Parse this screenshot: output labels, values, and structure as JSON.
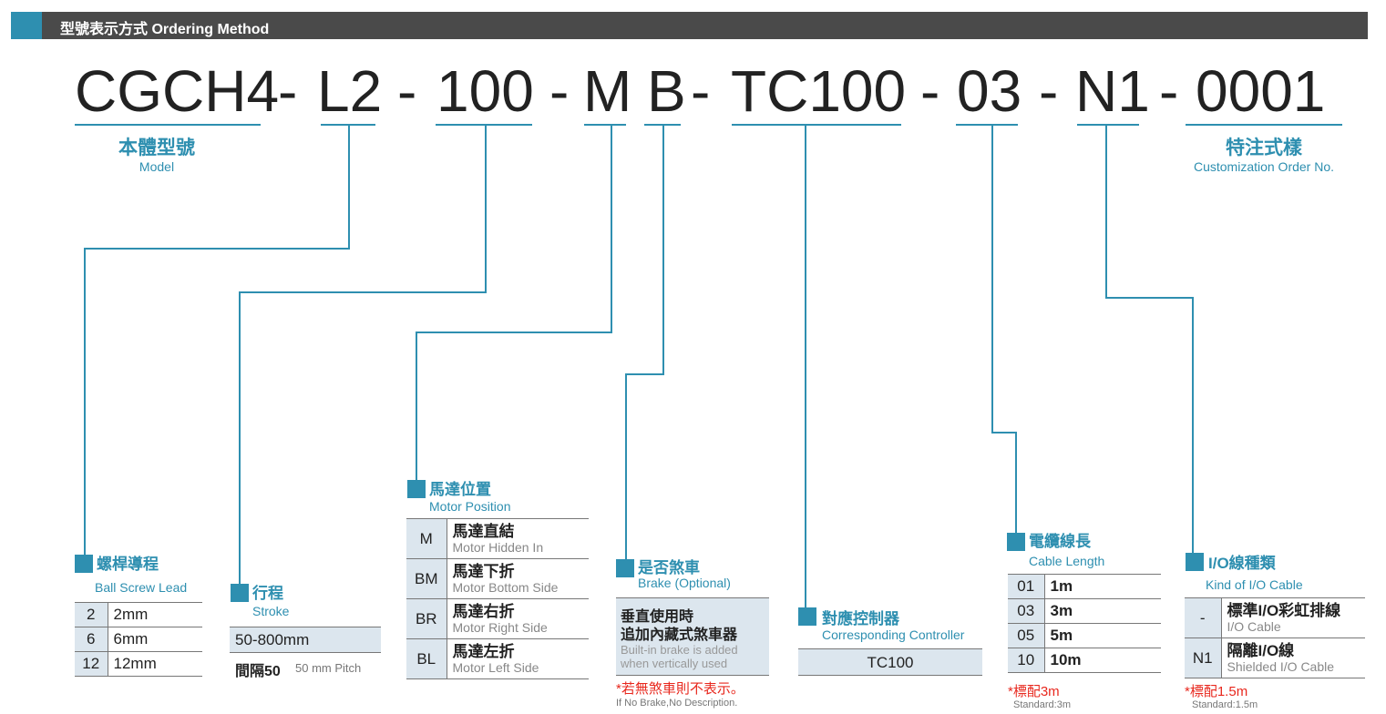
{
  "header": {
    "title": "型號表示方式 Ordering Method"
  },
  "code_parts": {
    "model": "CGCH4",
    "dash": "-",
    "lead": "L2",
    "stroke": "100",
    "motor": "M",
    "brake": "B",
    "controller": "TC100",
    "cable": "03",
    "io": "N1",
    "custom": "0001"
  },
  "model": {
    "zh": "本體型號",
    "en": "Model"
  },
  "custom_order": {
    "zh": "特注式樣",
    "en": "Customization Order No."
  },
  "ball_screw": {
    "zh": "螺桿導程",
    "en": "Ball Screw Lead",
    "rows": [
      {
        "code": "2",
        "value": "2mm"
      },
      {
        "code": "6",
        "value": "6mm"
      },
      {
        "code": "12",
        "value": "12mm"
      }
    ]
  },
  "stroke": {
    "zh": "行程",
    "en": "Stroke",
    "range": "50-800mm",
    "pitch_zh": "間隔50",
    "pitch_en": "50 mm Pitch"
  },
  "motor_position": {
    "zh": "馬達位置",
    "en": "Motor Position",
    "rows": [
      {
        "code": "M",
        "zh": "馬達直結",
        "en": "Motor Hidden In"
      },
      {
        "code": "BM",
        "zh": "馬達下折",
        "en": "Motor Bottom Side"
      },
      {
        "code": "BR",
        "zh": "馬達右折",
        "en": "Motor Right Side"
      },
      {
        "code": "BL",
        "zh": "馬達左折",
        "en": "Motor Left Side"
      }
    ]
  },
  "brake": {
    "zh": "是否煞車",
    "en": "Brake (Optional)",
    "line1": "垂直使用時",
    "line2": "追加內藏式煞車器",
    "en1": "Built-in brake is added",
    "en2": "when vertically used",
    "note_zh": "*若無煞車則不表示。",
    "note_en": "If No Brake,No Description."
  },
  "controller": {
    "zh": "對應控制器",
    "en": "Corresponding Controller",
    "value": "TC100"
  },
  "cable_length": {
    "zh": "電纜線長",
    "en": "Cable Length",
    "rows": [
      {
        "code": "01",
        "value": "1m"
      },
      {
        "code": "03",
        "value": "3m"
      },
      {
        "code": "05",
        "value": "5m"
      },
      {
        "code": "10",
        "value": "10m"
      }
    ],
    "std_zh": "*標配3m",
    "std_en": "Standard:3m"
  },
  "io_cable": {
    "zh": "I/O線種類",
    "en": "Kind of I/O Cable",
    "rows": [
      {
        "code": "-",
        "zh": "標準I/O彩虹排線",
        "en": "I/O Cable"
      },
      {
        "code": "N1",
        "zh": "隔離I/O線",
        "en": "Shielded I/O Cable"
      }
    ],
    "std_zh": "*標配1.5m",
    "std_en": "Standard:1.5m"
  },
  "colors": {
    "accent": "#2e8fb0",
    "header_bg": "#4a4a4a",
    "cell_bg": "#dce6ee",
    "note_red": "#e8281e"
  }
}
